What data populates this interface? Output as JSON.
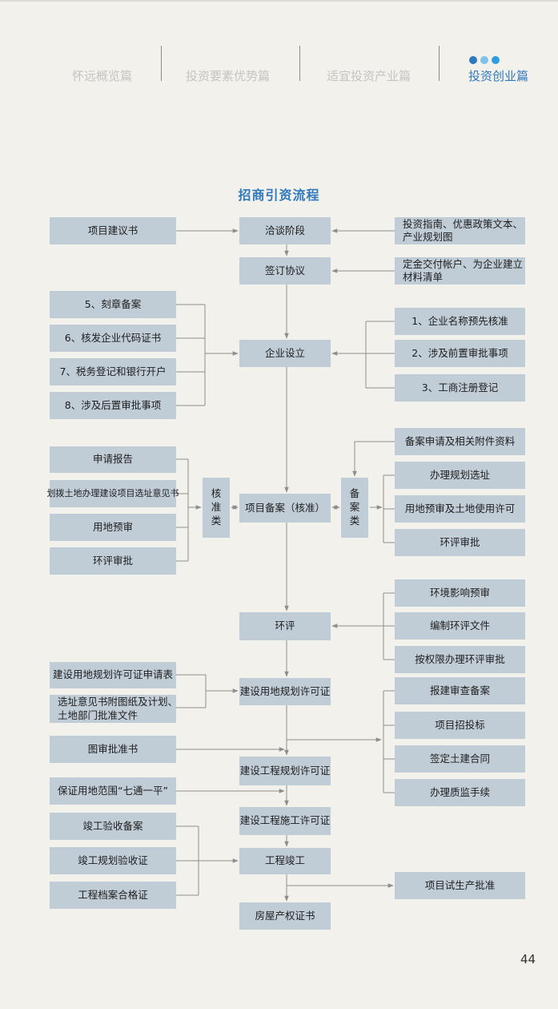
{
  "nav": {
    "tabs": [
      "怀远概览篇",
      "投资要素优势篇",
      "适宜投资产业篇",
      "投资创业篇"
    ],
    "dot_colors": [
      "#2f79bd",
      "#7cc3e8",
      "#2f9be0"
    ],
    "accent": "#2f79bd"
  },
  "diagram": {
    "title": "招商引资流程",
    "nodes": {
      "n1": "项目建议书",
      "n2": "洽谈阶段",
      "n3": "投资指南、优惠政策文本、\n产业规划图",
      "n4": "签订协议",
      "n5": "定金交付帐户、为企业建立\n材料清单",
      "n6": "5、刻章备案",
      "n7": "6、核发企业代码证书",
      "n8": "7、税务登记和银行开户",
      "n9": "8、涉及后置审批事项",
      "n10": "企业设立",
      "n11": "1、企业名称预先核准",
      "n12": "2、涉及前置审批事项",
      "n13": "3、工商注册登记",
      "n14": "备案申请及相关附件资料",
      "n15": "申请报告",
      "n16": "划拨土地办理建设项目选址意见书",
      "n17": "用地预审",
      "n18": "环评审批",
      "n19": "核准类",
      "n20": "项目备案（核准）",
      "n21": "备案类",
      "n22": "办理规划选址",
      "n23": "用地预审及土地使用许可",
      "n24": "环评审批",
      "n25": "环境影响预审",
      "n26": "环评",
      "n27": "编制环评文件",
      "n28": "按权限办理环评审批",
      "n29": "建设用地规划许可证申请表",
      "n30": "建设用地规划许可证",
      "n31": "选址意见书附图纸及计划、\n土地部门批准文件",
      "n32": "报建审查备案",
      "n33": "项目招投标",
      "n34": "图审批准书",
      "n35": "签定土建合同",
      "n36": "建设工程规划许可证",
      "n37": "保证用地范围“七通一平”",
      "n38": "办理质监手续",
      "n39": "竣工验收备案",
      "n40": "建设工程施工许可证",
      "n41": "竣工规划验收证",
      "n42": "工程竣工",
      "n43": "项目试生产批准",
      "n44": "工程档案合格证",
      "n45": "房屋产权证书"
    },
    "box_color": "#c0ccd6",
    "line_color": "#8e8e8e"
  },
  "page_number": "44"
}
